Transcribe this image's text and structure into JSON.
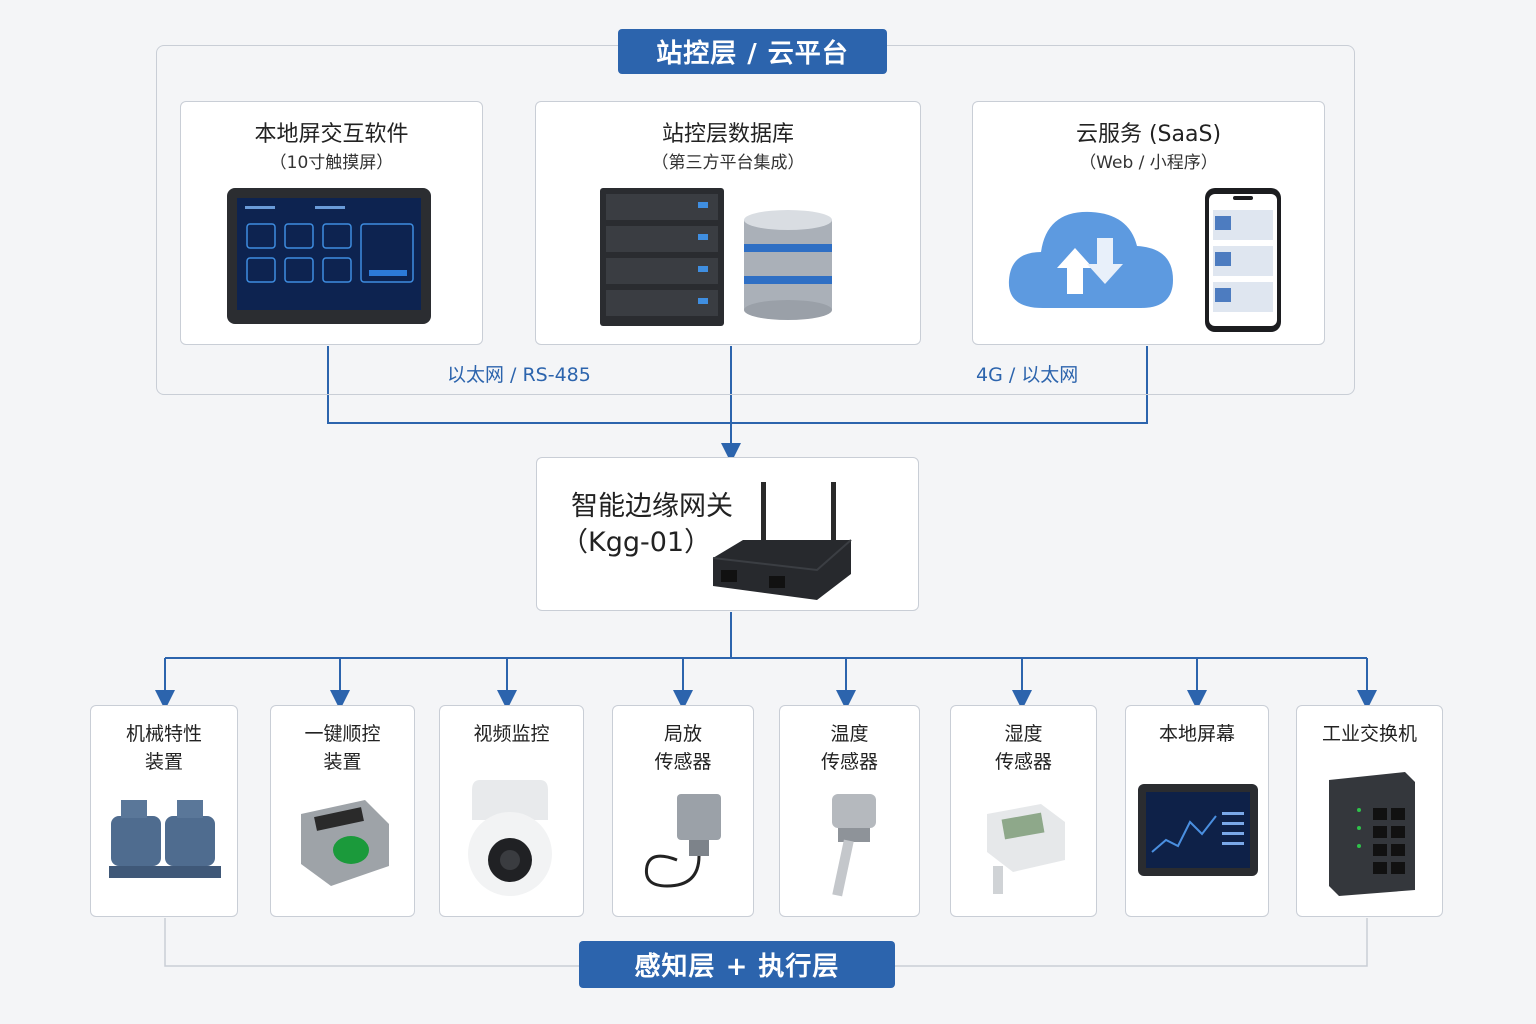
{
  "top_layer": {
    "title": "站控层 / 云平台"
  },
  "bottom_layer": {
    "title": "感知层 + 执行层"
  },
  "top_cards": [
    {
      "title": "本地屏交互软件",
      "subtitle": "（10寸触摸屏）"
    },
    {
      "title": "站控层数据库",
      "subtitle": "（第三方平台集成）"
    },
    {
      "title": "云服务 (SaaS)",
      "subtitle": "（Web / 小程序）"
    }
  ],
  "links": {
    "left": "以太网 / RS-485",
    "right": "4G / 以太网"
  },
  "gateway": {
    "title": "智能边缘网关",
    "model": "（Kgg-01）"
  },
  "devices": [
    {
      "line1": "机械特性",
      "line2": "装置"
    },
    {
      "line1": "一键顺控",
      "line2": "装置"
    },
    {
      "line1": "视频监控",
      "line2": ""
    },
    {
      "line1": "局放",
      "line2": "传感器"
    },
    {
      "line1": "温度",
      "line2": "传感器"
    },
    {
      "line1": "湿度",
      "line2": "传感器"
    },
    {
      "line1": "本地屏幕",
      "line2": ""
    },
    {
      "line1": "工业交换机",
      "line2": ""
    }
  ],
  "colors": {
    "accent": "#2c64ad",
    "border": "#c9ced6",
    "wire": "#2c64ad"
  }
}
